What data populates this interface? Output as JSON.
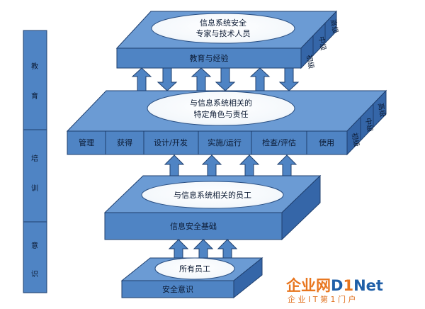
{
  "left_bar": [
    {
      "chars": [
        "教",
        "育"
      ]
    },
    {
      "chars": [
        "培",
        "训"
      ]
    },
    {
      "chars": [
        "意",
        "识"
      ]
    }
  ],
  "top_block": {
    "ellipse_lines": [
      "信息系统安全",
      "专家与技术人员"
    ],
    "front_label": "教育与经验",
    "levels": [
      "初级",
      "中级",
      "高级"
    ]
  },
  "middle_block": {
    "ellipse_lines": [
      "与信息系统相关的",
      "特定角色与责任"
    ],
    "cells": [
      "管理",
      "获得",
      "设计/开发",
      "实施/运行",
      "检查/评估",
      "使用"
    ],
    "levels": [
      "初级",
      "中级",
      "高级"
    ]
  },
  "lower_block": {
    "ellipse_label": "与信息系统相关的员工",
    "front_label": "信息安全基础"
  },
  "bottom_block": {
    "ellipse_label": "所有员工",
    "front_label": "安全意识"
  },
  "watermark": {
    "cn": "企业网",
    "d": "D",
    "one": "1",
    "net": "Net",
    "sub": "企 业 I T 第 1 门 户"
  },
  "colors": {
    "block_face": "#4f84c4",
    "block_top": "#6b9bd4",
    "block_side": "#3566a8",
    "stroke": "#1f3f6e",
    "watermark_orange": "#e8761f",
    "watermark_blue": "#1f5fa8"
  }
}
